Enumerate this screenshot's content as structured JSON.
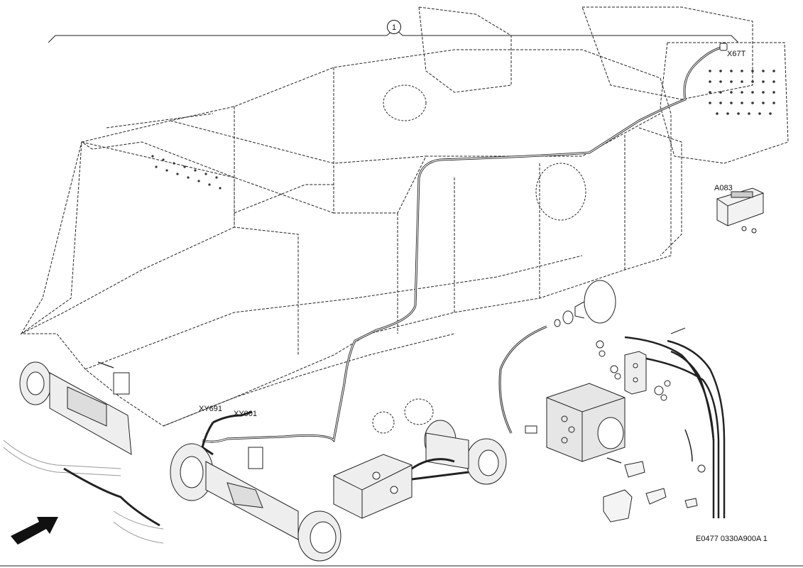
{
  "callout": {
    "number": "1"
  },
  "labels": {
    "x67t": "X67T",
    "a083": "A083",
    "xy691": "XY691",
    "xy001": "XY001"
  },
  "drawing_reference": "E0477 0330A900A 1",
  "colors": {
    "line": "#1a1a1a",
    "shade": "#9a9a9a",
    "background": "#ffffff"
  }
}
